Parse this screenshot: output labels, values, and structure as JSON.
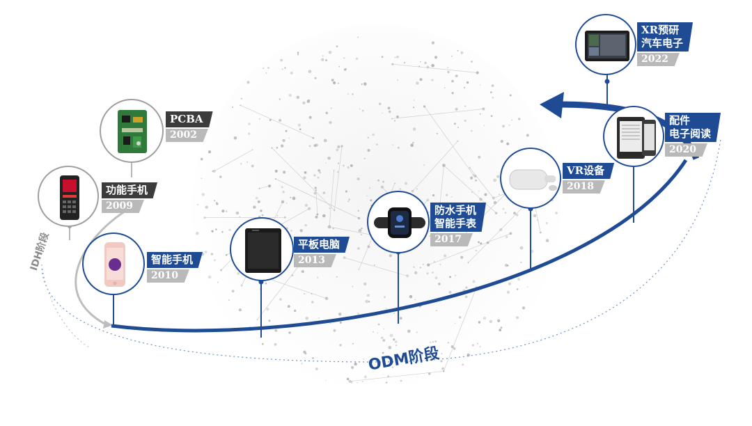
{
  "milestones": [
    {
      "name": "PCBA",
      "year": "2002",
      "dark": true
    },
    {
      "name": "功能手机",
      "year": "2009",
      "dark": true
    },
    {
      "name": "智能手机",
      "year": "2010",
      "dark": false
    },
    {
      "name": "平板电脑",
      "year": "2013",
      "dark": false
    },
    {
      "name": "防水手机\n智能手表",
      "year": "2017",
      "dark": false
    },
    {
      "name": "VR设备",
      "year": "2018",
      "dark": false
    },
    {
      "name": "配件\n电子阅读",
      "year": "2020",
      "dark": false
    },
    {
      "name": "XR预研\n汽车电子",
      "year": "2022",
      "dark": false
    }
  ],
  "stages": {
    "idh": "IDH阶段",
    "odm": "ODM阶段"
  },
  "colors": {
    "primary": "#1e4b94",
    "dark_label": "#3c3c3c",
    "year_bg": "#b9b9b9",
    "gray_arc": "#bdbdbd"
  }
}
